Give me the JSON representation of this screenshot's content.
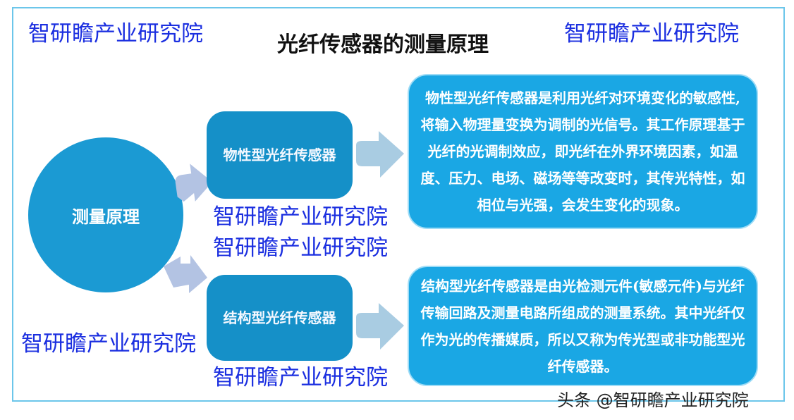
{
  "title": "光纤传感器的测量原理",
  "center": "测量原理",
  "types": [
    {
      "label": "物性型光纤传感器",
      "description": "物性型光纤传感器是利用光纤对环境变化的敏感性,将输入物理量变换为调制的光信号。其工作原理基于光纤的光调制效应，即光纤在外界环境因素，如温度、压力、电场、磁场等等改变时，其传光特性，如相位与光强，会发生变化的现象。"
    },
    {
      "label": "结构型光纤传感器",
      "description": "结构型光纤传感器是由光检测元件(敏感元件)与光纤传输回路及测量电路所组成的测量系统。其中光纤仅作为光的传播媒质，所以又称为传光型或非功能型光纤传感器。"
    }
  ],
  "watermark": "智研瞻产业研究院",
  "footer": "头条 @智研瞻产业研究院",
  "colors": {
    "circle": "#1b9ad3",
    "type_box": "#1590c8",
    "desc_box": "#1aa7e4",
    "arrow": "#b3c3e3",
    "watermark": "#1b2fe0"
  }
}
